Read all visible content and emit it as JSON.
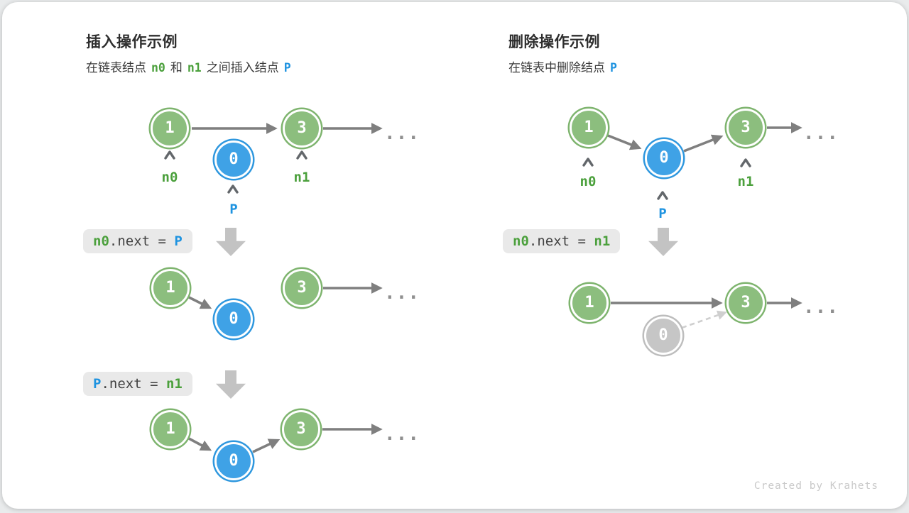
{
  "colors": {
    "node_green_fill": "#8cbe7e",
    "node_green_ring": "#7eb46e",
    "node_blue_fill": "#3fa2e6",
    "node_blue_ring": "#2e97de",
    "node_gray_fill": "#c6c6c6",
    "text_green": "#4ba03c",
    "text_blue": "#1e93e0",
    "arrow_gray": "#7f7f7f",
    "dashed_gray": "#cfcfcf",
    "code_chip_bg": "#e9e9e9",
    "block_arrow_gray": "#c3c3c3"
  },
  "left": {
    "title": "插入操作示例",
    "subtitle": {
      "t1": "在链表结点",
      "n0": "n0",
      "t2": "和",
      "n1": "n1",
      "t3": "之间插入结点",
      "p": "P"
    },
    "fig1": {
      "node1": "1",
      "nodeP": "0",
      "node3": "3",
      "dots": "...",
      "label_n0": "n0",
      "label_n1": "n1",
      "label_p": "P"
    },
    "code1": {
      "a": "n0",
      "b": ".next = ",
      "c": "P"
    },
    "fig2": {
      "node1": "1",
      "nodeP": "0",
      "node3": "3",
      "dots": "..."
    },
    "code2": {
      "a": "P",
      "b": ".next = ",
      "c": "n1"
    },
    "fig3": {
      "node1": "1",
      "nodeP": "0",
      "node3": "3",
      "dots": "..."
    }
  },
  "right": {
    "title": "删除操作示例",
    "subtitle": {
      "t1": "在链表中删除结点",
      "p": "P"
    },
    "fig1": {
      "node1": "1",
      "nodeP": "0",
      "node3": "3",
      "dots": "...",
      "label_n0": "n0",
      "label_n1": "n1",
      "label_p": "P"
    },
    "code1": {
      "a": "n0",
      "b": ".next = ",
      "c": "n1"
    },
    "fig2": {
      "node1": "1",
      "nodeP": "0",
      "node3": "3",
      "dots": "..."
    }
  },
  "footer": "Created by Krahets"
}
